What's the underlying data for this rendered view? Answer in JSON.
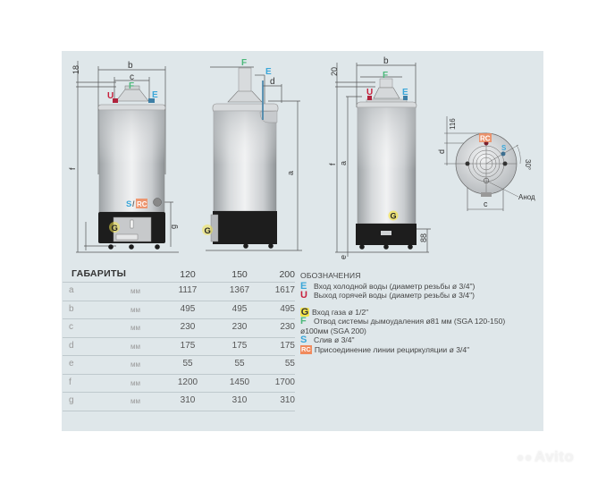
{
  "diagram": {
    "front_view": {
      "labels": {
        "b": "b",
        "c": "c",
        "F": "F",
        "U": "U",
        "E": "E",
        "f": "f",
        "g": "g",
        "dim_top": "18",
        "S_RC": "S/RC",
        "G": "G"
      }
    },
    "side_view": {
      "labels": {
        "F": "F",
        "E": "E",
        "d": "d",
        "a": "a",
        "G": "G"
      }
    },
    "back_view": {
      "labels": {
        "b": "b",
        "F": "F",
        "U": "U",
        "E": "E",
        "f": "f",
        "a": "a",
        "e": "e",
        "dim_top": "20",
        "dim_base": "88",
        "G": "G"
      }
    },
    "top_view": {
      "labels": {
        "d": "d",
        "c": "c",
        "dim": "116",
        "angle": "30°",
        "RC": "RC",
        "S": "S",
        "anode": "Анод"
      }
    }
  },
  "table": {
    "title": "ГАБАРИТЫ",
    "columns": [
      "120",
      "150",
      "200"
    ],
    "rows": [
      {
        "param": "a",
        "unit": "мм",
        "values": [
          "1117",
          "1367",
          "1617"
        ]
      },
      {
        "param": "b",
        "unit": "мм",
        "values": [
          "495",
          "495",
          "495"
        ]
      },
      {
        "param": "c",
        "unit": "мм",
        "values": [
          "230",
          "230",
          "230"
        ]
      },
      {
        "param": "d",
        "unit": "мм",
        "values": [
          "175",
          "175",
          "175"
        ]
      },
      {
        "param": "e",
        "unit": "мм",
        "values": [
          "55",
          "55",
          "55"
        ]
      },
      {
        "param": "f",
        "unit": "мм",
        "values": [
          "1200",
          "1450",
          "1700"
        ]
      },
      {
        "param": "g",
        "unit": "мм",
        "values": [
          "310",
          "310",
          "310"
        ]
      }
    ]
  },
  "legend": {
    "title": "ОБОЗНАЧЕНИЯ",
    "items": [
      {
        "key": "E",
        "color": "#3ba7d9",
        "text": "Вход холодной воды (диаметр резьбы ø 3/4\")"
      },
      {
        "key": "U",
        "color": "#c8213d",
        "text": "Выход горячей воды (диаметр резьбы ø 3/4\")"
      },
      {
        "key": "G",
        "color": "#f3e34a",
        "text": "Вход газа ø 1/2\""
      },
      {
        "key": "F",
        "color": "#4cb87a",
        "text": "Отвод системы дымоудаления ø81 мм (SGA 120-150)"
      },
      {
        "key": "",
        "color": "",
        "text": "ø100мм (SGA 200)"
      },
      {
        "key": "S",
        "color": "#3ba7d9",
        "text": "Слив ø 3/4\""
      },
      {
        "key": "RC",
        "color": "#f08a5d",
        "text": "Присоединение линии рециркуляции ø 3/4\""
      }
    ]
  },
  "watermark": {
    "text": "Avito"
  }
}
